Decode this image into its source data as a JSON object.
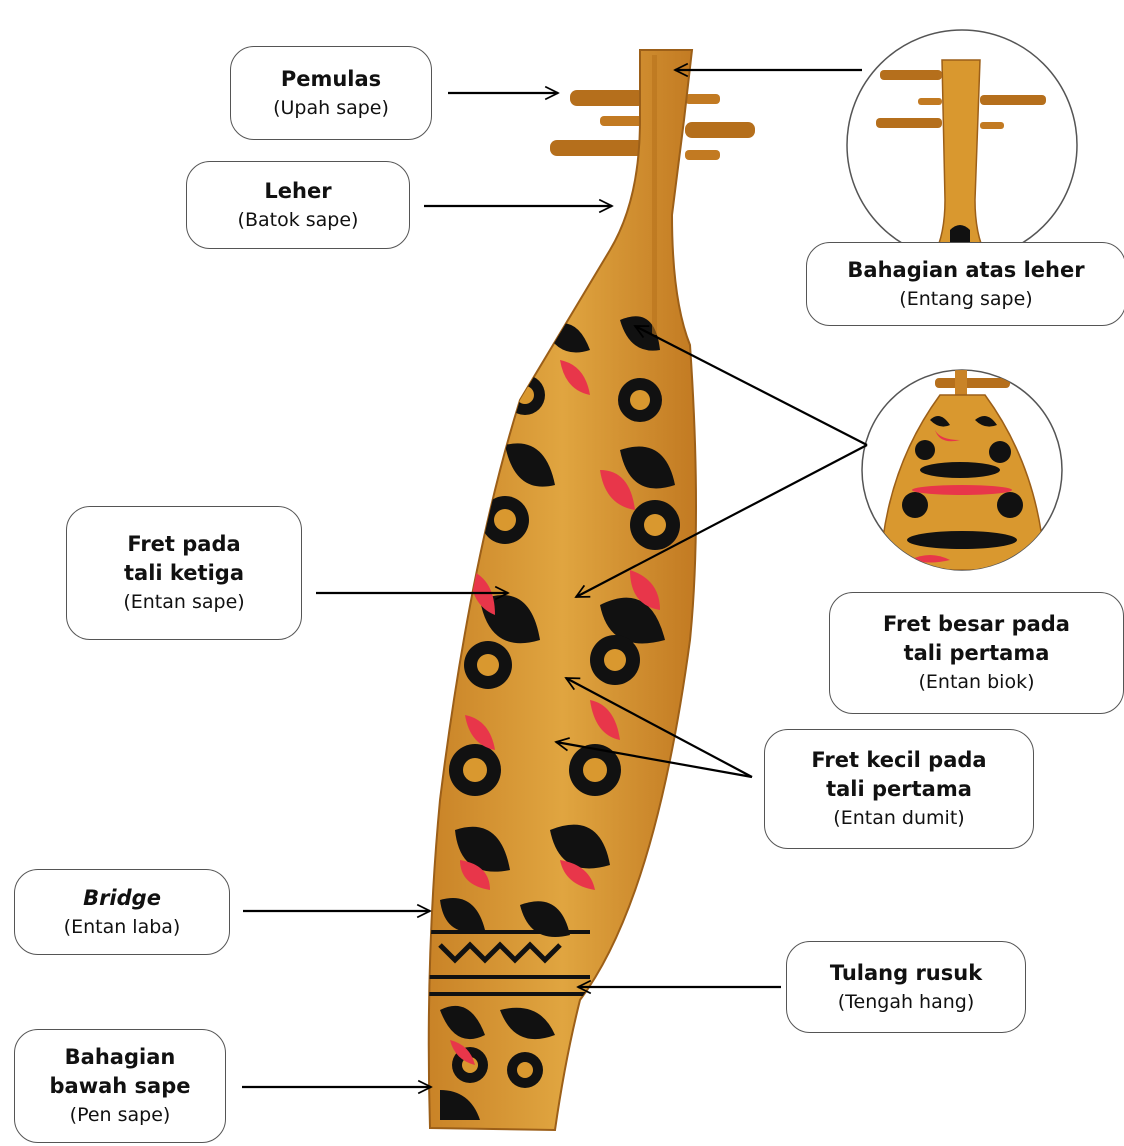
{
  "labels": {
    "pemulas": {
      "title": "Pemulas",
      "sub": "(Upah sape)"
    },
    "leher": {
      "title": "Leher",
      "sub": "(Batok sape)"
    },
    "atas_leher": {
      "title": "Bahagian atas leher",
      "sub": "(Entang sape)"
    },
    "fret_ketiga": {
      "title_lines": [
        "Fret pada",
        "tali ketiga"
      ],
      "sub": "(Entan sape)"
    },
    "fret_besar": {
      "title_lines": [
        "Fret besar pada",
        "tali pertama"
      ],
      "sub": "(Entan biok)"
    },
    "fret_kecil": {
      "title_lines": [
        "Fret kecil pada",
        "tali pertama"
      ],
      "sub": "(Entan dumit)"
    },
    "bridge": {
      "title": "Bridge",
      "sub": "(Entan laba)"
    },
    "tulang": {
      "title": "Tulang rusuk",
      "sub": "(Tengah hang)"
    },
    "bawah": {
      "title_lines": [
        "Bahagian",
        "bawah sape"
      ],
      "sub": "(Pen sape)"
    }
  },
  "colors": {
    "wood": "#d9982f",
    "wood_dark": "#b8731d",
    "motif_black": "#111111",
    "motif_red": "#e8364a",
    "arrow": "#000000"
  }
}
